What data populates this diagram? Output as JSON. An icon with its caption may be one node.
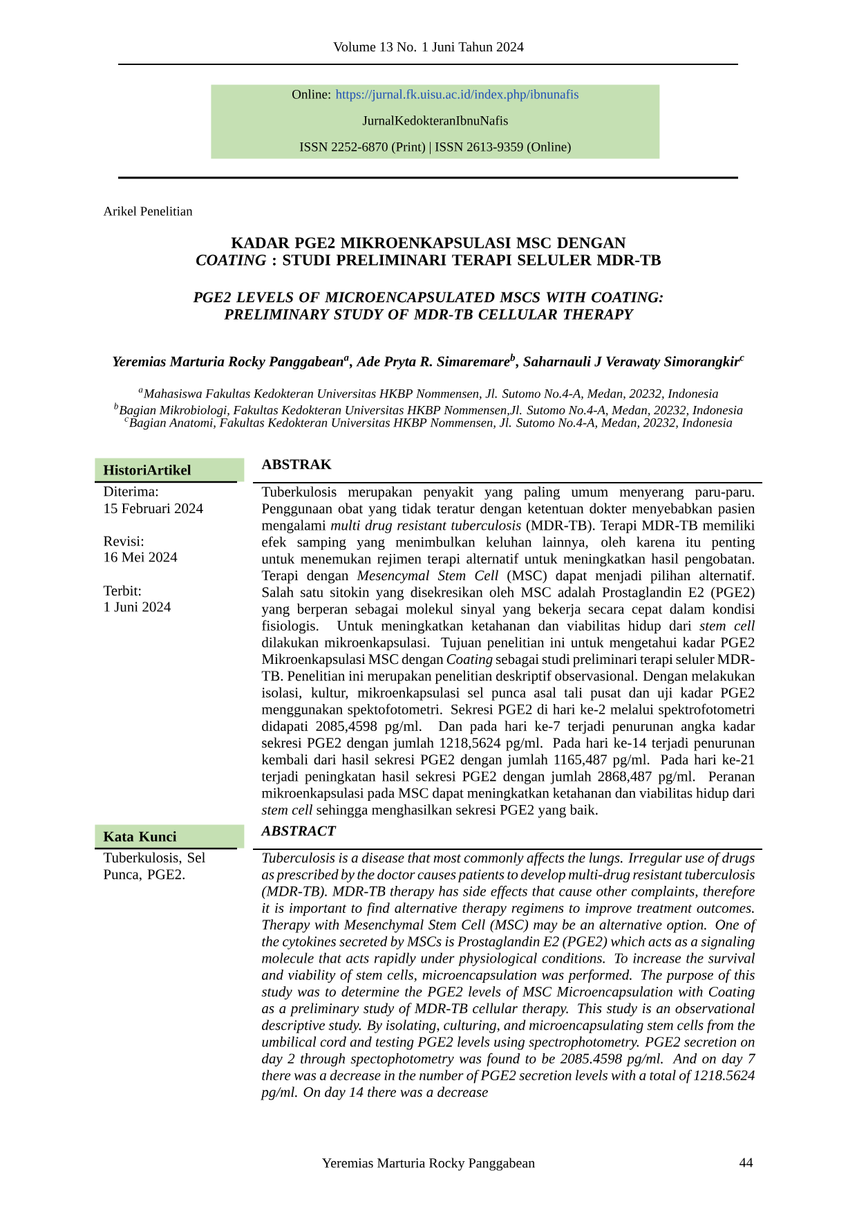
{
  "diagram": {
    "title": "KADAR PGE2 MIKROENKAPSULASI MSC DENGAN *COATING* : STUDI PRELIMINARI TERAPI SELULER MDR-TB",
    "nodes": [
      {
        "text": [
          "Online:",
          "https://jurnal.fk.uisu.ac.id/index.php/ibnunafis",
          "JurnalKedokteranIbnuNafis",
          "ISSN 2252-6870 (Print) | ISSN 2613-9359 (Online)"
        ]
      },
      {
        "text": [
          "HistoriArtikel"
        ]
      },
      {
        "text": [
          "Kata Kunci"
        ]
      }
    ],
    "labels": [
      "Volume 13 No. 1 Juni Tahun 2024",
      "Arikel Penelitian",
      "PGE2 LEVELS OF MICROENCAPSULATED MSCS WITH COATING: PRELIMINARY STUDY OF MDR-TB CELLULAR THERAPY",
      "Yeremias Marturia Rocky Panggabean$^{a}$, Ade Pryta R. Simaremare$^{b}$, Saharnauli J Verawaty Simorangkir$^{c}$",
      "$^{a}$Mahasiswa Fakultas Kedokteran Universitas HKBP Nommensen, Jl. Sutomo No.4-A, Medan, 20232, Indonesia",
      "$^{b}$Bagian Mikrobiologi, Fakultas Kedokteran Universitas HKBP Nommensen,Jl. Sutomo No.4-A, Medan, 20232, Indonesia",
      "$^{c}$Bagian Anatomi, Fakultas Kedokteran Universitas HKBP Nommensen, Jl. Sutomo No.4-A, Medan, 20232, Indonesia",
      "ABSTRAK",
      "Diterima:",
      "15 Februari 2024",
      "Revisi:",
      "16 Mei 2024",
      "Terbit:",
      "1 Juni 2024",
      "Tuberkulosis merupakan penyakit yang paling umum menyerang paru-paru. Penggunaan obat yang tidak teratur dengan ketentuan dokter menyebabkan pasien mengalami *multi drug resistant tuberculosis* (MDR-TB). Terapi MDR-TB memiliki efek samping yang menimbulkan keluhan lainnya, oleh karena itu penting untuk menemukan rejimen terapi alternatif untuk meningkatkan hasil pengobatan. Terapi dengan *Mesencymal Stem Cell* (MSC) dapat menjadi pilihan alternatif. Salah satu sitokin yang disekresikan oleh MSC adalah Prostaglandin E2 (PGE2) yang berperan sebagai molekul sinyal yang bekerja secara cepat dalam kondisi fisiologis. Untuk meningkatkan ketahanan dan viabilitas hidup dari *stem cell* dilakukan mikroenkapsulasi. Tujuan penelitian ini untuk mengetahui kadar PGE2 Mikroenkapsulasi MSC dengan *Coating* sebagai studi preliminari terapi seluler MDR-TB. Penelitian ini merupakan penelitian deskriptif observasional. Dengan melakukan isolasi, kultur, mikroenkapsulasi sel punca asal tali pusat dan uji kadar PGE2 menggunakan spektofotometri. Sekresi PGE2 di hari ke-2 melalui spektrofotometri didapati 2085,4598 pg/ml. Dan pada hari ke-7 terjadi penurunan angka kadar sekresi PGE2 dengan jumlah 1218,5624 pg/ml. Pada hari ke-14 terjadi penurunan kembali dari hasil sekresi PGE2 dengan jumlah 1165,487 pg/ml. Pada hari ke-21 terjadi peningkatan hasil sekresi PGE2 dengan jumlah 2868,487 pg/ml. Peranan mikroenkapsulasi pada MSC dapat meningkatkan ketahanan dan viabilitas hidup dari *stem cell* sehingga menghasilkan sekresi PGE2 yang baik.",
      "ABSTRACT",
      "Tuberkulosis, Sel Punca, PGE2.",
      "Tuberculosis is a disease that most commonly affects the lungs. Irregular use of drugs as prescribed by the doctor causes patients to develop multi-drug resistant tuberculosis (MDR-TB). MDR-TB therapy has side effects that cause other complaints, therefore it is important to find alternative therapy regimens to improve treatment outcomes. Therapy with Mesenchymal Stem Cell (MSC) may be an alternative option. One of the cytokines secreted by MSCs is Prostaglandin E2 (PGE2) which acts as a signaling molecule that acts rapidly under physiological conditions. To increase the survival and viability of stem cells, microencapsulation was performed. The purpose of this study was to determine the PGE2 levels of MSC Microencapsulation with Coating as a preliminary study of MDR-TB cellular therapy. This study is an observational descriptive study. By isolating, culturing, and microencapsulating stem cells from the umbilical cord and testing PGE2 levels using spectrophotometry. PGE2 secretion on day 2 through spectophotometry was found to be 2085.4598 pg/ml. And on day 7 there was a decrease in the number of PGE2 secretion levels with a total of 1218.5624 pg/ml. On day 14 there was a decrease",
      "Yeremias Marturia Rocky Panggabean",
      "44"
    ]
  }
}
